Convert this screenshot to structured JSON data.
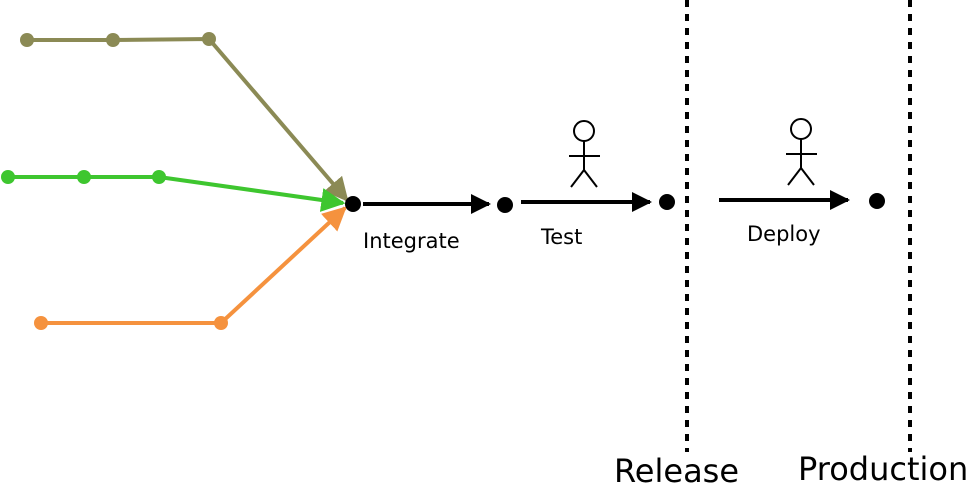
{
  "colors": {
    "branch_olive": "#8b8a55",
    "branch_green": "#3ec62f",
    "branch_orange": "#f5923e",
    "node": "#000000",
    "arrow": "#000000",
    "boundary": "#000000"
  },
  "steps": {
    "integrate": "Integrate",
    "test": "Test",
    "deploy": "Deploy"
  },
  "boundaries": {
    "release": "Release",
    "production": "Production"
  },
  "icons": {
    "test_actor": "person-icon",
    "deploy_actor": "person-icon"
  }
}
